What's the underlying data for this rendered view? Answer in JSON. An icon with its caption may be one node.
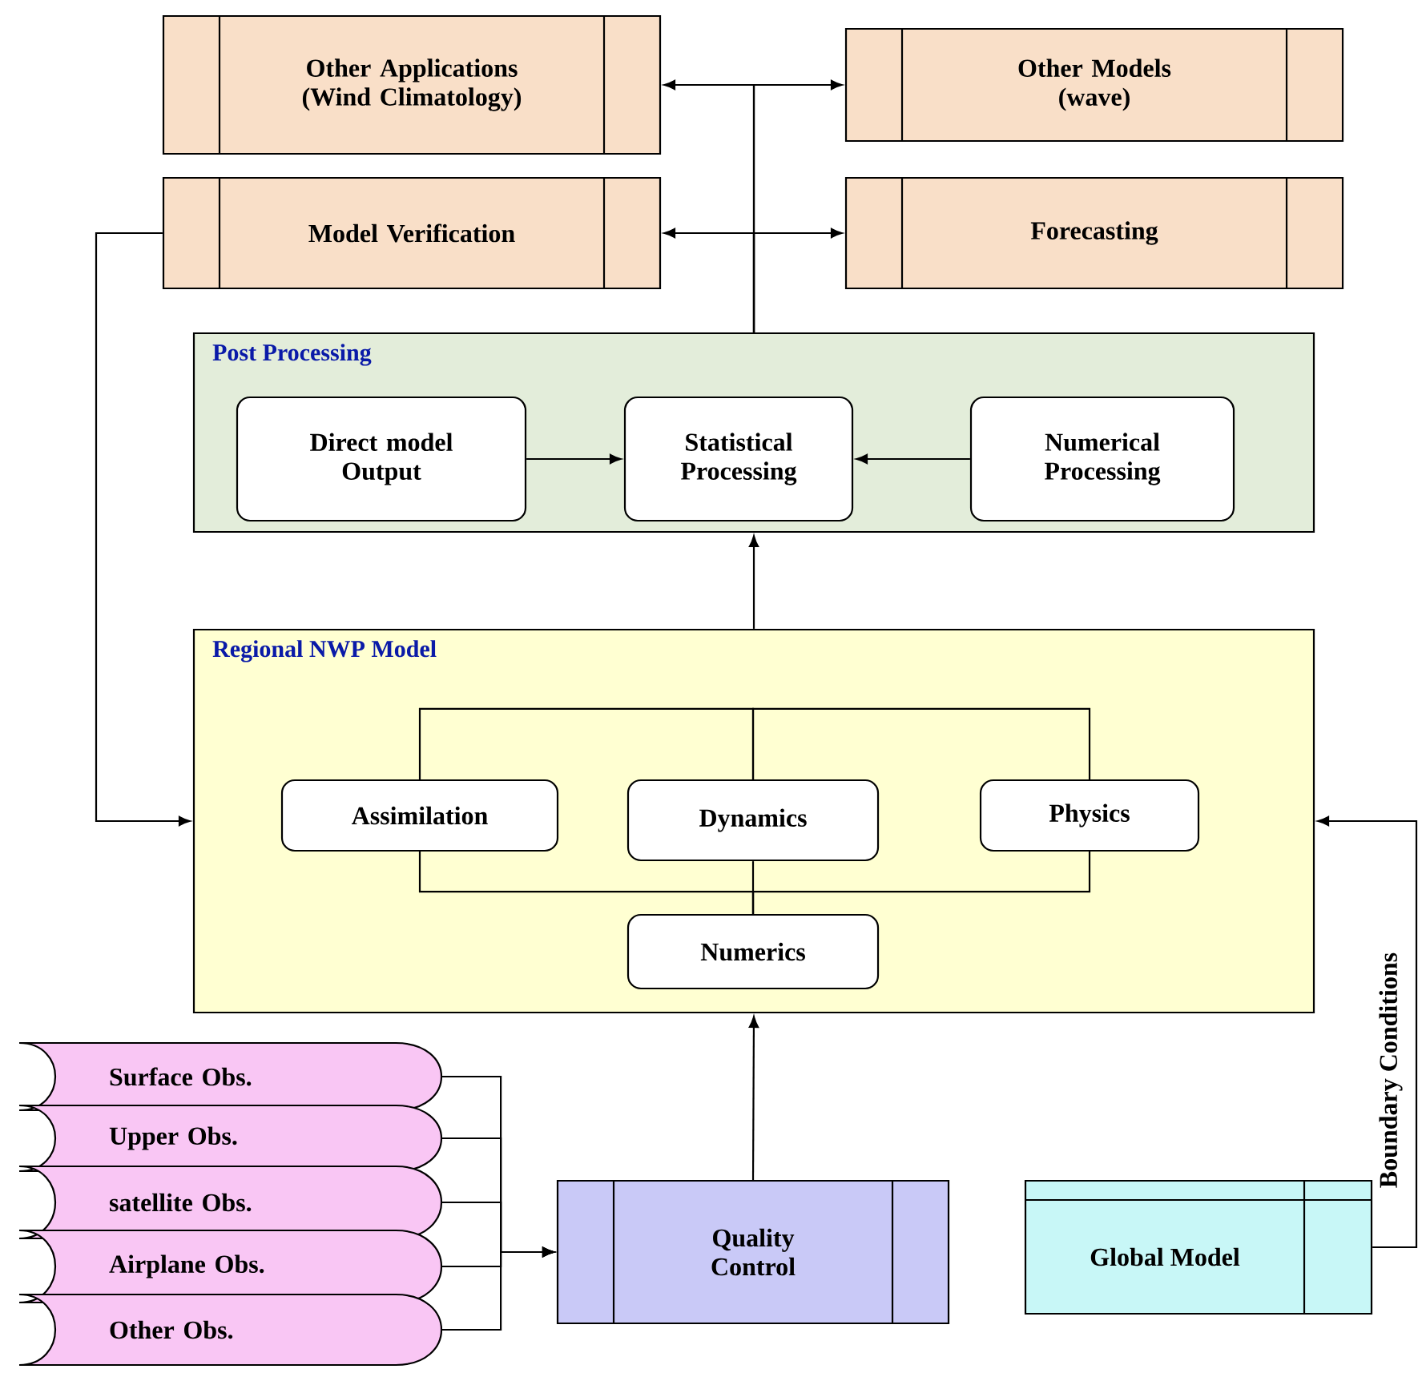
{
  "diagram": {
    "nodes": [
      {
        "text": [
          "Other Applications (Wind Climatology)"
        ]
      },
      {
        "text": [
          "Other Models (wave)"
        ]
      },
      {
        "text": [
          "Model Verification"
        ]
      },
      {
        "text": [
          "Forecasting"
        ]
      },
      {
        "text": [
          "Post Processing"
        ]
      },
      {
        "text": [
          "Direct model Output"
        ],
        "in": 4
      },
      {
        "text": [
          "Statistical Processing"
        ],
        "in": 4
      },
      {
        "text": [
          "Numerical Processing"
        ],
        "in": 4
      },
      {
        "text": [
          "Regional NWP Model"
        ]
      },
      {
        "text": [
          "Assimilation"
        ],
        "in": 8
      },
      {
        "text": [
          "Dynamics"
        ],
        "in": 8
      },
      {
        "text": [
          "Physics"
        ],
        "in": 8
      },
      {
        "text": [
          "Numerics"
        ],
        "in": 8
      },
      {
        "text": [
          "Surface Obs."
        ]
      },
      {
        "text": [
          "Upper Obs."
        ]
      },
      {
        "text": [
          "satellite Obs."
        ]
      },
      {
        "text": [
          "Airplane Obs."
        ]
      },
      {
        "text": [
          "Other Obs."
        ]
      },
      {
        "text": [
          "Quality Control"
        ]
      },
      {
        "text": [
          "Global Model"
        ]
      }
    ],
    "edges": [
      {
        "from": 8,
        "to": 4,
        "arrow": "to"
      },
      {
        "from": 4,
        "to": 0,
        "arrow": "to"
      },
      {
        "from": 4,
        "to": 1,
        "arrow": "to"
      },
      {
        "from": 4,
        "to": 2,
        "arrow": "to"
      },
      {
        "from": 4,
        "to": 3,
        "arrow": "to"
      },
      {
        "from": 2,
        "to": 8,
        "arrow": "to"
      },
      {
        "from": 5,
        "to": 6,
        "arrow": "to"
      },
      {
        "from": 7,
        "to": 6,
        "arrow": "to"
      },
      {
        "from": 9,
        "to": 10,
        "arrow": "none"
      },
      {
        "from": 10,
        "to": 11,
        "arrow": "none"
      },
      {
        "from": 9,
        "to": 12,
        "arrow": "none"
      },
      {
        "from": 11,
        "to": 12,
        "arrow": "none"
      },
      {
        "from": 10,
        "to": 12,
        "arrow": "none"
      },
      {
        "from": 13,
        "to": 18,
        "arrow": "to"
      },
      {
        "from": 14,
        "to": 18,
        "arrow": "to"
      },
      {
        "from": 15,
        "to": 18,
        "arrow": "to"
      },
      {
        "from": 16,
        "to": 18,
        "arrow": "to"
      },
      {
        "from": 17,
        "to": 18,
        "arrow": "to"
      },
      {
        "from": 18,
        "to": 8,
        "arrow": "to"
      },
      {
        "from": 19,
        "to": 8,
        "arrow": "to",
        "label": "Boundary Conditions"
      }
    ]
  }
}
